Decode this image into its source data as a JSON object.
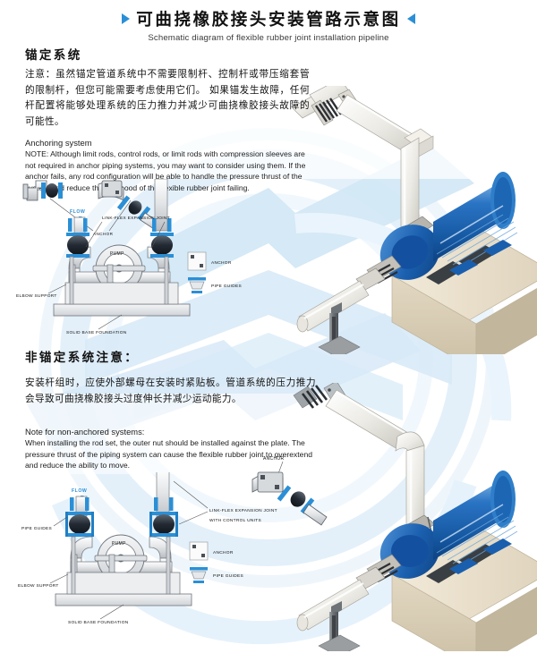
{
  "header": {
    "title_cn": "可曲挠橡胶接头安装管路示意图",
    "title_en": "Schematic diagram of flexible rubber joint installation pipeline",
    "arrow_left_icon": "triangle-right-icon",
    "arrow_right_icon": "triangle-left-icon",
    "accent_color": "#2b8fd6"
  },
  "section1": {
    "heading_cn": "锚定系统",
    "body_cn": "注意：虽然锚定管道系统中不需要限制杆、控制杆或带压缩套管的限制杆，但您可能需要考虑使用它们。 如果锚发生故障，任何杆配置将能够处理系统的压力推力并减少可曲挠橡胶接头故障的可能性。",
    "heading_en": "Anchoring system",
    "body_en": "NOTE: Although limit rods, control rods, or limit rods with compression sleeves are not required in anchor piping systems, you may want to consider using them. If the anchor fails, any rod configuration will be able to handle the pressure thrust of the system and reduce the likelihood of the flexible rubber joint failing."
  },
  "section2": {
    "heading_cn": "非锚定系统注意：",
    "body_cn": "安装杆组时，应使外部螺母在安装时紧贴板。管道系统的压力推力会导致可曲挠橡胶接头过度伸长并减少运动能力。",
    "heading_en": "Note for non-anchored systems:",
    "body_en": "When installing the rod set, the outer nut should be installed against the plate. The pressure thrust of the piping system can cause the flexible rubber joint to overextend and reduce the ability to move."
  },
  "schematic_top": {
    "flow_label": "FLOW",
    "joint_label": "LINK-FLEX EXPANSION JOINT",
    "pump_label": "PUMP",
    "elbow_support_label": "ELBOW SUPPORT",
    "foundation_label": "SOLID BASE FOUNDATION",
    "anchor_callout_label": "ANCHOR",
    "legend": [
      {
        "symbol": "anchor-symbol",
        "label": "ANCHOR"
      },
      {
        "symbol": "pipe-guide-symbol",
        "label": "PIPE GUIDES"
      }
    ]
  },
  "schematic_bottom": {
    "flow_label": "FLOW",
    "joint_label_line1": "LINK-FLEX EXPANSION JOINT",
    "joint_label_line2": "WITH CONTROL UNITS",
    "pump_label": "PUMP",
    "pipe_guides_label": "PIPE GUIDES",
    "elbow_support_label": "ELBOW SUPPORT",
    "foundation_label": "SOLID BASE FOUNDATION",
    "anchor_callout_label": "ANCHOR",
    "legend": [
      {
        "symbol": "anchor-symbol",
        "label": "ANCHOR"
      },
      {
        "symbol": "pipe-guide-symbol",
        "label": "PIPE GUIDES"
      }
    ]
  },
  "colors": {
    "pipe_blue": "#1f7fc4",
    "flange_blue": "#2b8fd6",
    "rubber_dark": "#2a2f36",
    "metal_gray": "#b9bcc0",
    "motor_blue": "#1763b4",
    "motor_blue_light": "#4f93d9",
    "pump_blue": "#1a5fae",
    "base_tan": "#ded2bb",
    "pipe_white": "#eceae3",
    "watermark_blue": "#cde4f4",
    "watermark_ring": "#dfeef9"
  }
}
